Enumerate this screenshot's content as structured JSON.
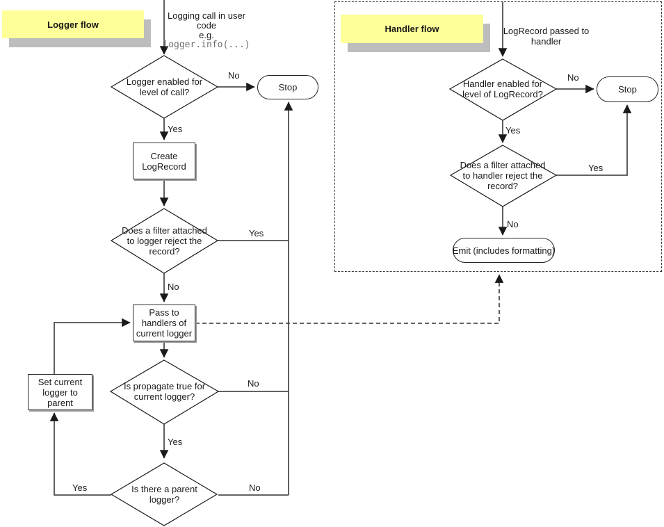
{
  "edge_labels": {
    "yes": "Yes",
    "no": "No"
  },
  "colors": {
    "section_label_bg": "#ffff99",
    "section_label_shadow": "#bdbdbd",
    "connector": "#4d4d4d",
    "node_border": "#222222",
    "code_text": "#707070"
  },
  "logger_flow": {
    "section_label": "Logger flow",
    "start_text": "Logging call in user code",
    "start_eg": "e.g.",
    "start_code": "logger.info(...)",
    "decision_level": "Logger enabled for level of call?",
    "stop_label": "Stop",
    "create_logrecord": "Create LogRecord",
    "decision_filter": "Does a filter attached to logger reject the record?",
    "pass_handlers": "Pass to handlers of current logger",
    "decision_propagate": "Is propagate true for current logger?",
    "decision_parent": "Is there a parent logger?",
    "set_current_logger": "Set current logger to parent"
  },
  "handler_flow": {
    "section_label": "Handler flow",
    "start_text": "LogRecord passed to handler",
    "decision_level": "Handler enabled for level of LogRecord?",
    "stop_label": "Stop",
    "decision_filter": "Does a filter attached to handler reject the record?",
    "emit": "Emit (includes formatting)"
  }
}
